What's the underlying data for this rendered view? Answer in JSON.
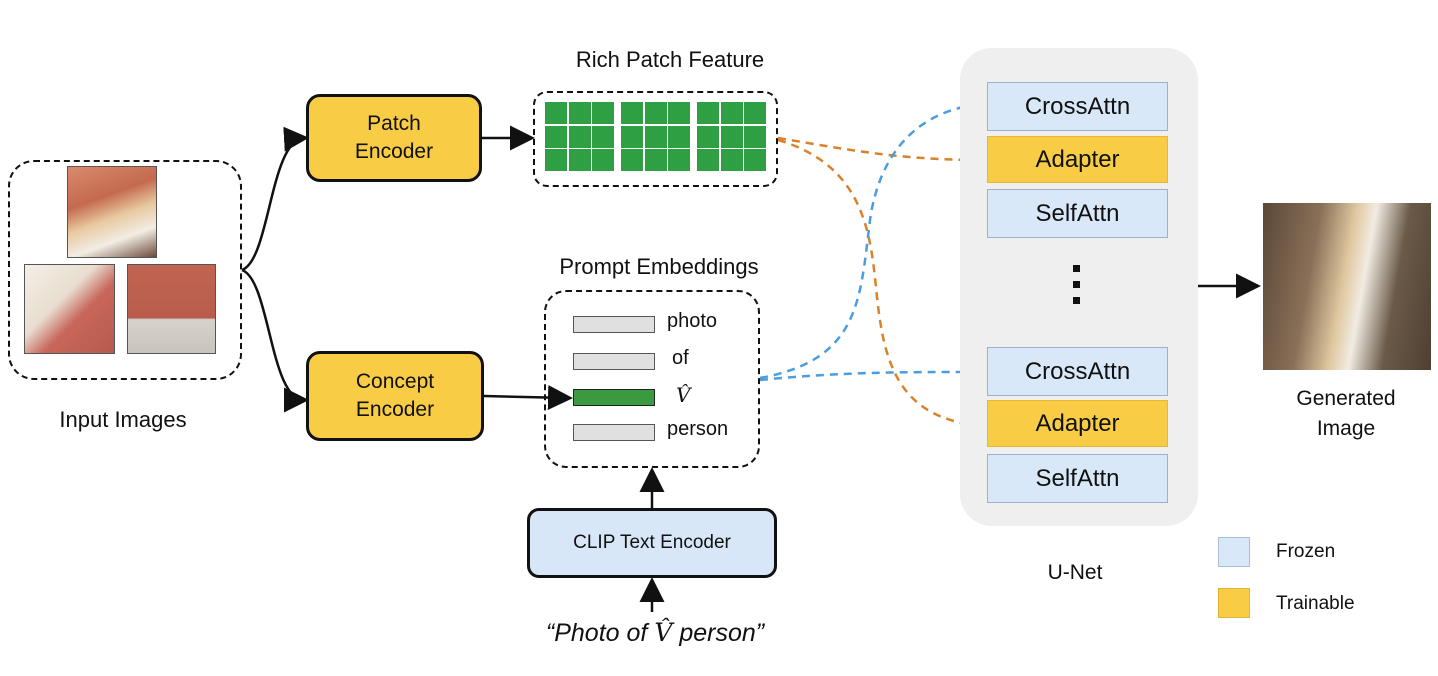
{
  "input": {
    "label": "Input Images"
  },
  "patch_encoder": {
    "label": "Patch Encoder"
  },
  "concept_encoder": {
    "label": "Concept Encoder"
  },
  "rich_patch": {
    "label": "Rich Patch Feature"
  },
  "prompt": {
    "label": "Prompt Embeddings",
    "tokens": [
      "photo",
      "of",
      "V̂",
      "person"
    ],
    "active_token_index": 2
  },
  "clip": {
    "label": "CLIP Text Encoder"
  },
  "text_prompt": {
    "prefix": "“Photo of ",
    "symbol": "V̂",
    "suffix": " person”"
  },
  "unet": {
    "label": "U-Net",
    "layers_top": [
      "CrossAttn",
      "Adapter",
      "SelfAttn"
    ],
    "layers_bottom": [
      "CrossAttn",
      "Adapter",
      "SelfAttn"
    ]
  },
  "output": {
    "label": "Generated Image"
  },
  "legend": {
    "frozen": "Frozen",
    "trainable": "Trainable"
  },
  "colors": {
    "trainable": "#f8cc45",
    "frozen": "#d9e8f8",
    "patch_green": "#2ea043",
    "orange_arrow": "#d9822b",
    "blue_arrow": "#4a9ee0"
  }
}
